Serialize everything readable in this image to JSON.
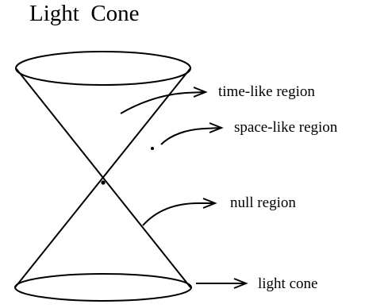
{
  "title": "Light  Cone",
  "labels": {
    "timelike": "time-like region",
    "spacelike": "space-like region",
    "null": "null region",
    "lightcone": "light cone"
  },
  "colors": {
    "background": "#ffffff",
    "ink": "#000000"
  }
}
